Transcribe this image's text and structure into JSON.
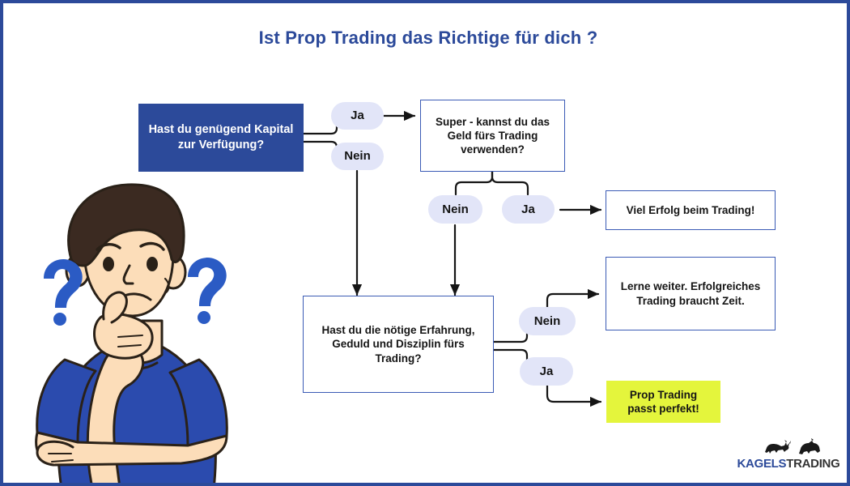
{
  "page": {
    "title": "Ist Prop Trading das Richtige für dich ?",
    "border_color": "#2C4A9A",
    "background": "#ffffff"
  },
  "colors": {
    "primary_blue": "#2C4A9A",
    "box_border_blue": "#3B5BB5",
    "pill_lavender": "#E2E5F8",
    "highlight_yellow": "#E4F53C",
    "shirt_blue": "#2B4BAE",
    "skin": "#FCDDB9",
    "hair": "#3B2A21",
    "line": "#151515"
  },
  "flowchart": {
    "type": "decision-tree",
    "nodes": [
      {
        "id": "q1",
        "kind": "decision-filled",
        "label": "Hast du genügend Kapital zur Verfügung?"
      },
      {
        "id": "q1-yes",
        "kind": "pill",
        "label": "Ja"
      },
      {
        "id": "q1-no",
        "kind": "pill",
        "label": "Nein"
      },
      {
        "id": "q2",
        "kind": "decision",
        "label": "Super - kannst du das Geld fürs Trading verwenden?"
      },
      {
        "id": "q2-no",
        "kind": "pill",
        "label": "Nein"
      },
      {
        "id": "q2-yes",
        "kind": "pill",
        "label": "Ja"
      },
      {
        "id": "outcome-success",
        "kind": "outcome",
        "label": "Viel Erfolg beim Trading!"
      },
      {
        "id": "q3",
        "kind": "decision",
        "label": "Hast du die nötige Erfahrung, Geduld und Disziplin fürs Trading?"
      },
      {
        "id": "q3-no",
        "kind": "pill",
        "label": "Nein"
      },
      {
        "id": "q3-yes",
        "kind": "pill",
        "label": "Ja"
      },
      {
        "id": "outcome-learn",
        "kind": "outcome",
        "label": "Lerne weiter. Erfolgreiches Trading braucht Zeit."
      },
      {
        "id": "outcome-perfect",
        "kind": "outcome-highlight",
        "label": "Prop Trading passt perfekt!"
      }
    ],
    "edges": [
      {
        "from": "q1",
        "to": "q1-yes",
        "label": "Ja"
      },
      {
        "from": "q1",
        "to": "q1-no",
        "label": "Nein"
      },
      {
        "from": "q1-yes",
        "to": "q2",
        "label": ""
      },
      {
        "from": "q1-no",
        "to": "q3",
        "label": ""
      },
      {
        "from": "q2",
        "to": "q2-no",
        "label": "Nein"
      },
      {
        "from": "q2",
        "to": "q2-yes",
        "label": "Ja"
      },
      {
        "from": "q2-yes",
        "to": "outcome-success",
        "label": ""
      },
      {
        "from": "q2-no",
        "to": "q3",
        "label": ""
      },
      {
        "from": "q3",
        "to": "q3-no",
        "label": "Nein"
      },
      {
        "from": "q3",
        "to": "q3-yes",
        "label": "Ja"
      },
      {
        "from": "q3-no",
        "to": "outcome-learn",
        "label": ""
      },
      {
        "from": "q3-yes",
        "to": "outcome-perfect",
        "label": ""
      }
    ]
  },
  "illustration": {
    "name": "thinking-person",
    "question_marks": 2
  },
  "logo": {
    "word_primary": "KAGELS",
    "word_secondary": "TRADING",
    "mark": "bull-and-bear-icon"
  }
}
